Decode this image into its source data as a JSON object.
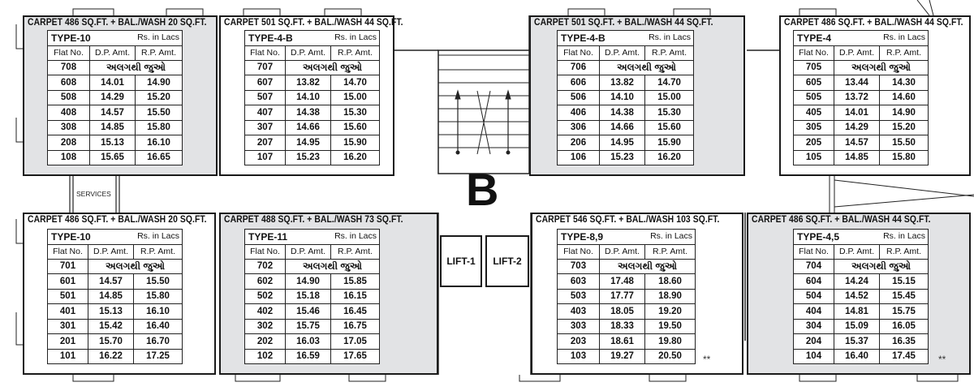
{
  "block": {
    "label": "B"
  },
  "lifts": [
    "LIFT-1",
    "LIFT-2"
  ],
  "services_label": "SERVICES",
  "currency_label": "Rs. in Lacs",
  "headers": [
    "Flat No.",
    "D.P. Amt.",
    "R.P. Amt."
  ],
  "stars": "**",
  "units": [
    {
      "carpet": "CARPET 486 SQ.FT. + BAL./WASH 20 SQ.FT.",
      "type": "TYPE-10",
      "shaded": true,
      "top_flat": "708",
      "top_note": "અલગથી જુઓ",
      "rows": [
        [
          "608",
          "14.01",
          "14.90"
        ],
        [
          "508",
          "14.29",
          "15.20"
        ],
        [
          "408",
          "14.57",
          "15.50"
        ],
        [
          "308",
          "14.85",
          "15.80"
        ],
        [
          "208",
          "15.13",
          "16.10"
        ],
        [
          "108",
          "15.65",
          "16.65"
        ]
      ]
    },
    {
      "carpet": "CARPET 501 SQ.FT. + BAL./WASH 44 SQ.FT.",
      "type": "TYPE-4-B",
      "shaded": false,
      "top_flat": "707",
      "top_note": "અલગથી જુઓ",
      "rows": [
        [
          "607",
          "13.82",
          "14.70"
        ],
        [
          "507",
          "14.10",
          "15.00"
        ],
        [
          "407",
          "14.38",
          "15.30"
        ],
        [
          "307",
          "14.66",
          "15.60"
        ],
        [
          "207",
          "14.95",
          "15.90"
        ],
        [
          "107",
          "15.23",
          "16.20"
        ]
      ]
    },
    {
      "carpet": "CARPET 501 SQ.FT. + BAL./WASH 44 SQ.FT.",
      "type": "TYPE-4-B",
      "shaded": true,
      "top_flat": "706",
      "top_note": "અલગથી જુઓ",
      "rows": [
        [
          "606",
          "13.82",
          "14.70"
        ],
        [
          "506",
          "14.10",
          "15.00"
        ],
        [
          "406",
          "14.38",
          "15.30"
        ],
        [
          "306",
          "14.66",
          "15.60"
        ],
        [
          "206",
          "14.95",
          "15.90"
        ],
        [
          "106",
          "15.23",
          "16.20"
        ]
      ]
    },
    {
      "carpet": "CARPET 486 SQ.FT. + BAL./WASH 44 SQ.FT.",
      "type": "TYPE-4",
      "shaded": false,
      "top_flat": "705",
      "top_note": "અલગથી જુઓ",
      "rows": [
        [
          "605",
          "13.44",
          "14.30"
        ],
        [
          "505",
          "13.72",
          "14.60"
        ],
        [
          "405",
          "14.01",
          "14.90"
        ],
        [
          "305",
          "14.29",
          "15.20"
        ],
        [
          "205",
          "14.57",
          "15.50"
        ],
        [
          "105",
          "14.85",
          "15.80"
        ]
      ]
    },
    {
      "carpet": "CARPET 486 SQ.FT. + BAL./WASH 20 SQ.FT.",
      "type": "TYPE-10",
      "shaded": false,
      "top_flat": "701",
      "top_note": "અલગથી જુઓ",
      "rows": [
        [
          "601",
          "14.57",
          "15.50"
        ],
        [
          "501",
          "14.85",
          "15.80"
        ],
        [
          "401",
          "15.13",
          "16.10"
        ],
        [
          "301",
          "15.42",
          "16.40"
        ],
        [
          "201",
          "15.70",
          "16.70"
        ],
        [
          "101",
          "16.22",
          "17.25"
        ]
      ]
    },
    {
      "carpet": "CARPET 488 SQ.FT. + BAL./WASH 73 SQ.FT.",
      "type": "TYPE-11",
      "shaded": true,
      "top_flat": "702",
      "top_note": "અલગથી જુઓ",
      "rows": [
        [
          "602",
          "14.90",
          "15.85"
        ],
        [
          "502",
          "15.18",
          "16.15"
        ],
        [
          "402",
          "15.46",
          "16.45"
        ],
        [
          "302",
          "15.75",
          "16.75"
        ],
        [
          "202",
          "16.03",
          "17.05"
        ],
        [
          "102",
          "16.59",
          "17.65"
        ]
      ]
    },
    {
      "carpet": "CARPET 546 SQ.FT. + BAL./WASH 103 SQ.FT.",
      "type": "TYPE-8,9",
      "shaded": false,
      "top_flat": "703",
      "top_note": "અલગથી જુઓ",
      "rows": [
        [
          "603",
          "17.48",
          "18.60"
        ],
        [
          "503",
          "17.77",
          "18.90"
        ],
        [
          "403",
          "18.05",
          "19.20"
        ],
        [
          "303",
          "18.33",
          "19.50"
        ],
        [
          "203",
          "18.61",
          "19.80"
        ],
        [
          "103",
          "19.27",
          "20.50"
        ]
      ]
    },
    {
      "carpet": "CARPET 486 SQ.FT. + BAL./WASH 44 SQ.FT.",
      "type": "TYPE-4,5",
      "shaded": true,
      "top_flat": "704",
      "top_note": "અલગથી જુઓ",
      "rows": [
        [
          "604",
          "14.24",
          "15.15"
        ],
        [
          "504",
          "14.52",
          "15.45"
        ],
        [
          "404",
          "14.81",
          "15.75"
        ],
        [
          "304",
          "15.09",
          "16.05"
        ],
        [
          "204",
          "15.37",
          "16.35"
        ],
        [
          "104",
          "16.40",
          "17.45"
        ]
      ]
    }
  ]
}
